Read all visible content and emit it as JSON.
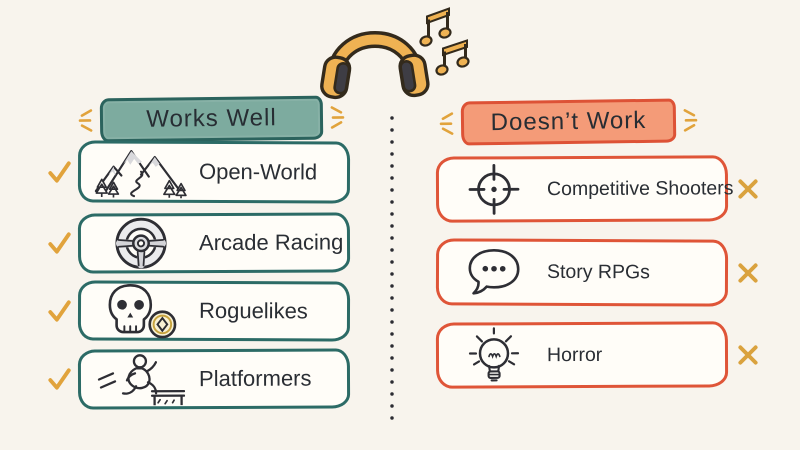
{
  "theme": {
    "background": "#f8f4ed",
    "ink": "#2e2e34",
    "gold_accent": "#e1a33c",
    "teal_fill": "#7dab9f",
    "teal_border": "#2b635d",
    "salmon_fill": "#f49b78",
    "salmon_border": "#dd5236",
    "card_background": "#fffdf8",
    "headphone_gold": "#efb253"
  },
  "header_graphic": {
    "icons": [
      "headphones-icon",
      "music-notes-icon"
    ]
  },
  "left_column": {
    "title": "Works Well",
    "mark": "check",
    "mark_color": "#e1a33c",
    "items": [
      {
        "label": "Open-World",
        "icon": "mountains-icon"
      },
      {
        "label": "Arcade Racing",
        "icon": "steering-wheel-icon"
      },
      {
        "label": "Roguelikes",
        "icon": "skull-coin-icon"
      },
      {
        "label": "Platformers",
        "icon": "runner-platform-icon"
      }
    ]
  },
  "right_column": {
    "title": "Doesn’t Work",
    "mark": "x",
    "mark_color": "#daa23e",
    "items": [
      {
        "label": "Competitive Shooters",
        "icon": "crosshair-icon"
      },
      {
        "label": "Story RPGs",
        "icon": "speech-bubble-icon"
      },
      {
        "label": "Horror",
        "icon": "lightbulb-icon"
      }
    ]
  }
}
